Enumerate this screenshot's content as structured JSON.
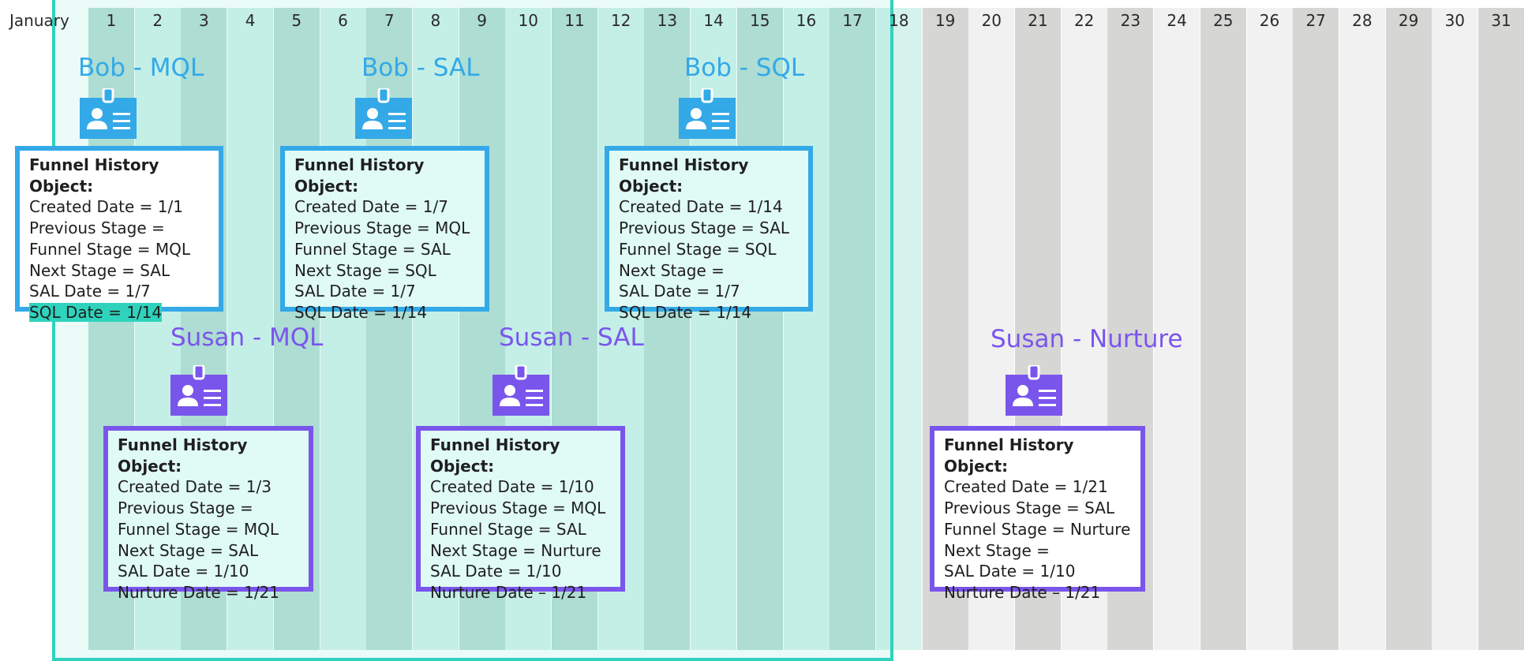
{
  "month_label": "January",
  "days": [
    "1",
    "2",
    "3",
    "4",
    "5",
    "6",
    "7",
    "8",
    "9",
    "10",
    "11",
    "12",
    "13",
    "14",
    "15",
    "16",
    "17",
    "18",
    "19",
    "20",
    "21",
    "22",
    "23",
    "24",
    "25",
    "26",
    "27",
    "28",
    "29",
    "30",
    "31"
  ],
  "highlighted_through_day": 18,
  "colors": {
    "bob": "#33a9e8",
    "susan": "#7a55ec",
    "teal": "#2fd3bd",
    "col_dark_active": "#bcded6",
    "col_light_active": "#d5f2ec",
    "col_dark_inactive": "#d6d7d5",
    "col_light_inactive": "#f1f1f1",
    "card_active_bg": "#e0faf5",
    "card_plain_bg": "#ffffff"
  },
  "events": [
    {
      "person": "bob",
      "label": "Bob - MQL",
      "title": "Funnel History Object:",
      "lines": [
        "Created Date = 1/1",
        "Previous Stage =",
        "Funnel Stage = MQL",
        "Next Stage = SAL",
        "SAL Date = 1/7",
        "SQL Date = 1/14"
      ],
      "highlight_last_line": true,
      "card_bg": "plain"
    },
    {
      "person": "bob",
      "label": "Bob - SAL",
      "title": "Funnel History Object:",
      "lines": [
        "Created Date = 1/7",
        "Previous Stage = MQL",
        "Funnel Stage = SAL",
        "Next Stage = SQL",
        "SAL Date = 1/7",
        "SQL Date = 1/14"
      ],
      "highlight_last_line": false,
      "card_bg": "active"
    },
    {
      "person": "bob",
      "label": "Bob - SQL",
      "title": "Funnel History Object:",
      "lines": [
        "Created Date = 1/14",
        "Previous Stage = SAL",
        "Funnel Stage = SQL",
        "Next Stage =",
        "SAL Date = 1/7",
        "SQL Date = 1/14"
      ],
      "highlight_last_line": false,
      "card_bg": "active"
    },
    {
      "person": "susan",
      "label": "Susan - MQL",
      "title": "Funnel History Object:",
      "lines": [
        "Created Date = 1/3",
        "Previous Stage =",
        "Funnel Stage = MQL",
        "Next Stage = SAL",
        "SAL Date = 1/10",
        "Nurture Date = 1/21"
      ],
      "highlight_last_line": false,
      "card_bg": "active"
    },
    {
      "person": "susan",
      "label": "Susan - SAL",
      "title": "Funnel History Object:",
      "lines": [
        "Created Date = 1/10",
        "Previous Stage = MQL",
        "Funnel Stage = SAL",
        "Next Stage = Nurture",
        "SAL Date = 1/10",
        "Nurture Date – 1/21"
      ],
      "highlight_last_line": false,
      "card_bg": "active"
    },
    {
      "person": "susan",
      "label": "Susan - Nurture",
      "title": "Funnel History Object:",
      "lines": [
        "Created Date = 1/21",
        "Previous Stage = SAL",
        "Funnel Stage = Nurture",
        "Next Stage =",
        "SAL Date = 1/10",
        "Nurture Date – 1/21"
      ],
      "highlight_last_line": false,
      "card_bg": "plain"
    }
  ]
}
